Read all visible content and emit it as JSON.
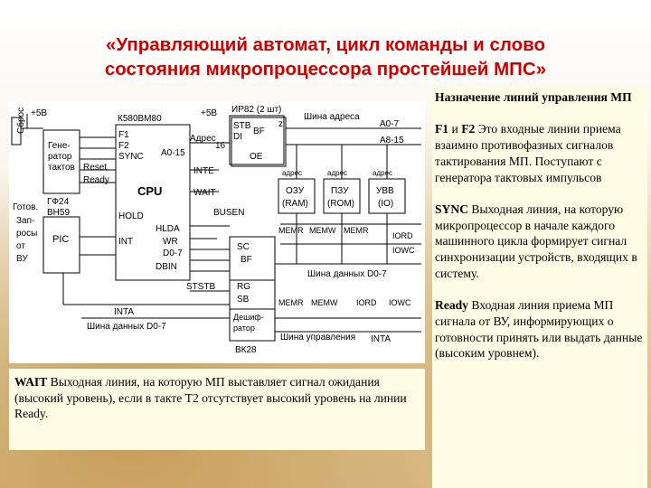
{
  "slide": {
    "title_line1": "«Управляющий автомат, цикл команды и слово",
    "title_line2": "состояния микропроцессора простейшей МПС»"
  },
  "notes": {
    "heading": "Назначение линий управления МП",
    "f_term": "F1",
    "f_and": " и ",
    "f_term2": "F2",
    "f_text": " Это входные линии приема взаимно противофазных сигналов тактирования МП. Поступают с генератора тактовых импульсов",
    "sync_term": "SYNC",
    "sync_text": " Выходная линия, на которую микропроцессор в начале каждого машинного цикла формирует сигнал синхронизации устройств, входящих в систему.",
    "ready_term": "Ready",
    "ready_text": " Входная линия приема МП сигнала от ВУ, информирующих о готовности принять или выдать данные (высоким уровнем)."
  },
  "wait_box": {
    "term": "WAIT",
    "text": " Выходная линия, на которую МП выставляет сигнал ожидания (высокий уровень), если в такте Т2 отсутствует высокий уровень на линии Ready."
  },
  "diagram": {
    "sbros": "Сброс",
    "plus5v_1": "+5В",
    "plus5v_2": "+5В",
    "cpu_chip": "К580ВМ80",
    "cpu": "CPU",
    "gen1": "Гене-",
    "gen2": "ратор",
    "gen3": "тактов",
    "gf24": "ГФ24",
    "vn59": "ВН59",
    "pic": "PIC",
    "gotov": "Готов.",
    "zap1": "Зап-",
    "zap2": "росы",
    "zap3": "от",
    "zap4": "ВУ",
    "f1": "F1",
    "f2": "F2",
    "sync": "SYNC",
    "reset": "Reset",
    "ready": "Ready",
    "hold": "HOLD",
    "int": "INT",
    "a015": "A0-15",
    "adres": "Адрес",
    "n16": "16",
    "inte": "INTE",
    "wait": "WAIT",
    "hlda": "HLDA",
    "wr": "WR",
    "d07": "D0-7",
    "dbin": "DBIN",
    "ir82": "ИР82 (2 шт)",
    "stb": "STB",
    "di": "DI",
    "bf": "BF",
    "oe": "OE",
    "z": "z",
    "shina_adresa": "Шина адреса",
    "a07": "A0-7",
    "a815": "A8-15",
    "adr": "адрес",
    "ozu": "ОЗУ",
    "ram": "(RAM)",
    "pzu": "ПЗУ",
    "rom": "(ROM)",
    "uvv": "УВВ",
    "io": "(IO)",
    "busen": "BUSEN",
    "memr": "MEMR",
    "memw": "MEMW",
    "iord": "IORD",
    "iowc": "IOWC",
    "shina_dannyh": "Шина данных D0-7",
    "ststb": "STSTB",
    "sc": "SC",
    "rg": "RG",
    "sb": "SB",
    "desh1": "Дешиф-",
    "desh2": "ратор",
    "vk28": "ВК28",
    "inta": "INTA",
    "shina_upr": "Шина управления"
  }
}
